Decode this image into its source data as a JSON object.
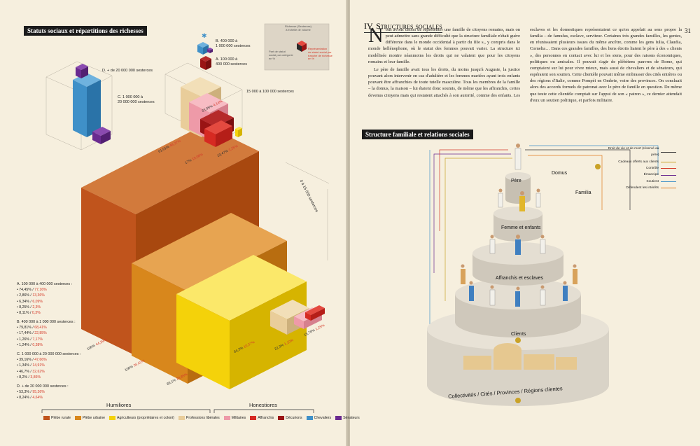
{
  "left": {
    "section_title": "Statuts sociaux et répartitions des richesses",
    "wealth_labels": {
      "b": "B. 400 000 à\n1 000 000 sesterces",
      "a": "A. 100 000 à\n400 000 sesterces",
      "d": "D. + de 20 000 000 sesterces",
      "c": "C. 1 000 000 à\n20 000 000 sesterces",
      "e": "15 000 à 100 000 sesterces",
      "f": "0 à 15 000 sesterces"
    },
    "key_box": {
      "title": "Richesse (Sesterces)\nà échelle de volume",
      "left": "Part de statut\nsocial par catégorie\nen %",
      "right": "Représentation\nde statut social par\ntranche de richesse\nen %"
    },
    "bar_pcts": [
      {
        "a": "100% ",
        "b": "44,29%"
      },
      {
        "a": "100% ",
        "b": "36,42%"
      },
      {
        "a": "89,1% ",
        "b": "20,85%"
      },
      {
        "a": "84,3% ",
        "b": "10,37%"
      },
      {
        "a": "22,3% ",
        "b": "1,10%"
      },
      {
        "a": "15,78% ",
        "b": "1,25%"
      }
    ],
    "top_pcts": [
      {
        "a": "61,01% ",
        "b": "48,37%"
      },
      {
        "a": "17% ",
        "b": "19,08%"
      },
      {
        "a": "19,47% ",
        "b": "1,25%"
      },
      {
        "a": "33,05% ",
        "b": "4,14%"
      }
    ],
    "stats": [
      {
        "title": "A. 100 000 à 400 000 sesterces :",
        "rows": [
          [
            "74,45% ",
            "77,16%"
          ],
          [
            "2,86% ",
            "13,36%"
          ],
          [
            "6,34% ",
            "6,09%"
          ],
          [
            "8,25% ",
            "2,3%"
          ],
          [
            "8,11% ",
            "0,3%"
          ]
        ]
      },
      {
        "title": "B. 400 000 à 1 000 000 sesterces :",
        "rows": [
          [
            "79,81% ",
            "68,41%"
          ],
          [
            "17,44% ",
            "22,85%"
          ],
          [
            "1,26% ",
            "7,17%"
          ],
          [
            "1,24% ",
            "0,38%"
          ]
        ]
      },
      {
        "title": "C. 1 000 000 à 20 000 000 sesterces :",
        "rows": [
          [
            "39,16% ",
            "47,66%"
          ],
          [
            "1,34% ",
            "14,91%"
          ],
          [
            "46,7% ",
            "32,62%"
          ],
          [
            "8,2% ",
            "3,86%"
          ]
        ]
      },
      {
        "title": "D. + de 20 000 000 sesterces :",
        "rows": [
          [
            "53,3% ",
            "95,36%"
          ],
          [
            "8,24% ",
            "4,64%"
          ]
        ]
      }
    ],
    "rank_left": "Humiliores",
    "rank_right": "Honestiores",
    "legend": [
      {
        "label": "Plèbe rurale",
        "color": "#c0541c"
      },
      {
        "label": "Plèbe urbaine",
        "color": "#d8871c"
      },
      {
        "label": "Agriculteurs (propriétaires et coloni)",
        "color": "#f4d20a"
      },
      {
        "label": "Professions libérales",
        "color": "#e9cd9a"
      },
      {
        "label": "Militaires",
        "color": "#ee9aa8"
      },
      {
        "label": "Affranchis",
        "color": "#d62a22"
      },
      {
        "label": "Décurions",
        "color": "#9a1414"
      },
      {
        "label": "Chevaliers",
        "color": "#3f90c8"
      },
      {
        "label": "Sénateurs",
        "color": "#6a2a90"
      }
    ]
  },
  "right": {
    "page_number": "31",
    "chapter_title": "IV. Structures sociales",
    "dropcap": "N",
    "paragraphs": [
      "ous avons choisi de représenter une famille de citoyens romains, mais on peut admettre sans grande difficulté que la structure familiale n'était guère différente dans le monde occidental à partir du IIIe s., y compris dans le monde hellénophone, où le statut des femmes pouvait varier. La structure ici modélisée montre néanmoins les droits qui ne valaient que pour les citoyens romains et leur famille.",
      "Le père de famille avait tous les droits, du moins jusqu'à Auguste, la justice pouvant alors intervenir en cas d'adultère et les femmes mariées ayant trois enfants pouvant être affranchies de toute tutelle masculine. Tous les membres de la famille – la domus, la maison – lui étaient donc soumis, de même que les affranchis, certes devenus citoyens mais qui restaient attachés à son autorité, comme des enfants. Les esclaves et les domestiques représentaient ce qu'on appelait au sens propre la familia – de famulus, esclave, serviteur. Certaines très grandes familles, les gentes, en réunissaient plusieurs issues du même ancêtre, comme les gens Iulia, Claudia, Cornelia… Dans ces grandes familles, des liens étroits liaient le père à des « clients », des personnes en contact avec lui et les siens, pour des raisons économiques, politiques ou amicales. Il pouvait s'agir de plébéiens pauvres de Rome, qui comptaient sur lui pour vivre mieux, mais aussi de chevaliers et de sénateurs, qui espéraient son soutien. Cette clientèle pouvait même embrasser des cités entières ou des régions d'Italie, comme Pompéi en Ombrie, voire des provinces. On concluait alors des accords formels de patronat avec le père de famille en question. De même que toute cette clientèle comptait sur l'appui de son « patron », ce dernier attendait d'eux un soutien politique, et parfois militaire."
    ],
    "diagram_title": "Structure familiale et relations sociales",
    "tiers": [
      "Père",
      "Femme et enfants",
      "Affranchis et esclaves",
      "Clients",
      "Collectivités / Cités / Provinces / Régions clientes"
    ],
    "domus": "Domus",
    "familia": "Familia",
    "legend": [
      {
        "label": "Droit de vie et de mort (réservé au père)",
        "color": "#333333"
      },
      {
        "label": "Cadeaux offerts aux clients",
        "color": "#c9a227"
      },
      {
        "label": "Contrôle",
        "color": "#d43a2a"
      },
      {
        "label": "Émancipe",
        "color": "#6a2a90"
      },
      {
        "label": "Soutient",
        "color": "#3f90c8"
      },
      {
        "label": "Défendent les intérêts",
        "color": "#e07a20"
      }
    ]
  }
}
